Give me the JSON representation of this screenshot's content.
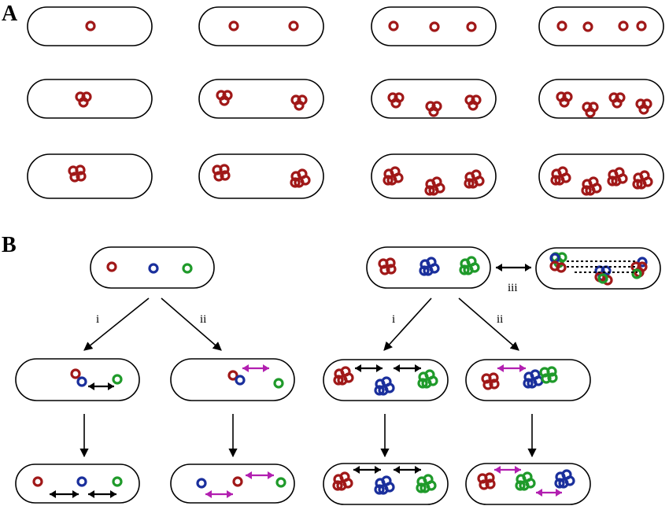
{
  "panels": {
    "a_label": "A",
    "b_label": "B"
  },
  "arrow_labels": {
    "left_i": "i",
    "left_ii": "ii",
    "right_i": "i",
    "right_ii": "ii",
    "iii": "iii"
  },
  "colors": {
    "red": "#a01818",
    "blue": "#1a2f9c",
    "green": "#1f9a2a",
    "magenta": "#b21fb0",
    "black": "#000000"
  }
}
